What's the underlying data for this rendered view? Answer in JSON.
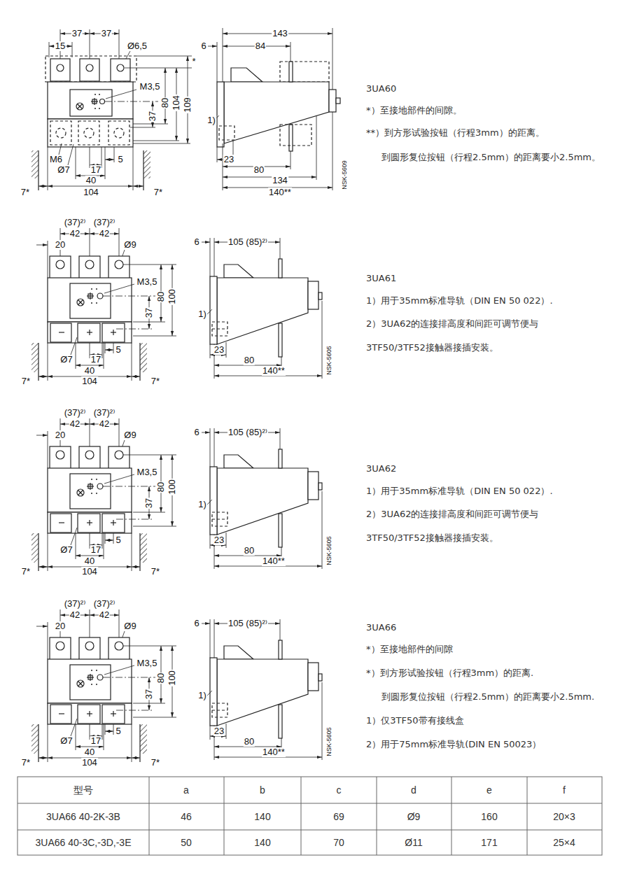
{
  "diagram": {
    "labels": [
      "37",
      "37",
      "15",
      "Ø6,5",
      "M3,5",
      "80",
      "104",
      "109",
      "*",
      "37",
      "M6",
      "Ø7",
      "5",
      "17",
      "40",
      "7*",
      "104",
      "7*",
      "143",
      "6",
      "84",
      "1)",
      "23",
      "80",
      "134",
      "140**",
      "NSK-5609",
      "3UA60",
      "*）至接地部件的间隙。",
      "**）到方形试验按钮（行程3mm）的距离。",
      "到圆形复位按钮（行程2.5mm）的距离要小2.5mm。",
      "(37)²⁾",
      "(37)²⁾",
      "42",
      "42",
      "20",
      "Ø9",
      "M3,5",
      "80",
      "100",
      "37",
      "Ø7",
      "17",
      "5",
      "40",
      "7*",
      "104",
      "7*",
      "6",
      "105 (85)²⁾",
      "1)",
      "23",
      "80",
      "140**",
      "NSK-5605",
      "3UA61",
      "1）用于35mm标准导轨（DIN EN 50 022）.",
      "2）3UA62的连接排高度和间距可调节便与",
      "3TF50/3TF52接触器接插安装。",
      "(37)²⁾",
      "(37)²⁾",
      "42",
      "42",
      "20",
      "Ø9",
      "M3,5",
      "80",
      "100",
      "37",
      "Ø7",
      "17",
      "5",
      "40",
      "7*",
      "104",
      "7*",
      "6",
      "105 (85)²⁾",
      "1)",
      "23",
      "80",
      "140**",
      "NSK-5605",
      "3UA62",
      "1）用于35mm标准导轨（DIN EN 50 022）.",
      "2）3UA62的连接排高度和间距可调节便与",
      "3TF50/3TF52接触器接插安装。",
      "(37)²⁾",
      "(37)²⁾",
      "42",
      "42",
      "20",
      "Ø9",
      "M3,5",
      "80",
      "100",
      "37",
      "Ø7",
      "17",
      "5",
      "40",
      "7*",
      "104",
      "7*",
      "6",
      "105 (85)²⁾",
      "1)",
      "23",
      "80",
      "140**",
      "NSK-5605",
      "3UA66",
      "*）至接地部件的间隙",
      "*）到方形试验按钮（行程3mm）的距离.",
      "到圆形复位按钮（行程2.5mm）的距离要小2.5mm.",
      "1）仅3TF50带有接线盒",
      "2）用于75mm标准导轨(DIN EN 50023）",
      "型号",
      "a",
      "b",
      "c",
      "d",
      "e",
      "f",
      "3UA66 40-2K-3B",
      "46",
      "140",
      "69",
      "Ø9",
      "160",
      "20×3",
      "3UA66 40-3C,-3D,-3E",
      "50",
      "140",
      "70",
      "Ø11",
      "171",
      "25×4"
    ]
  }
}
